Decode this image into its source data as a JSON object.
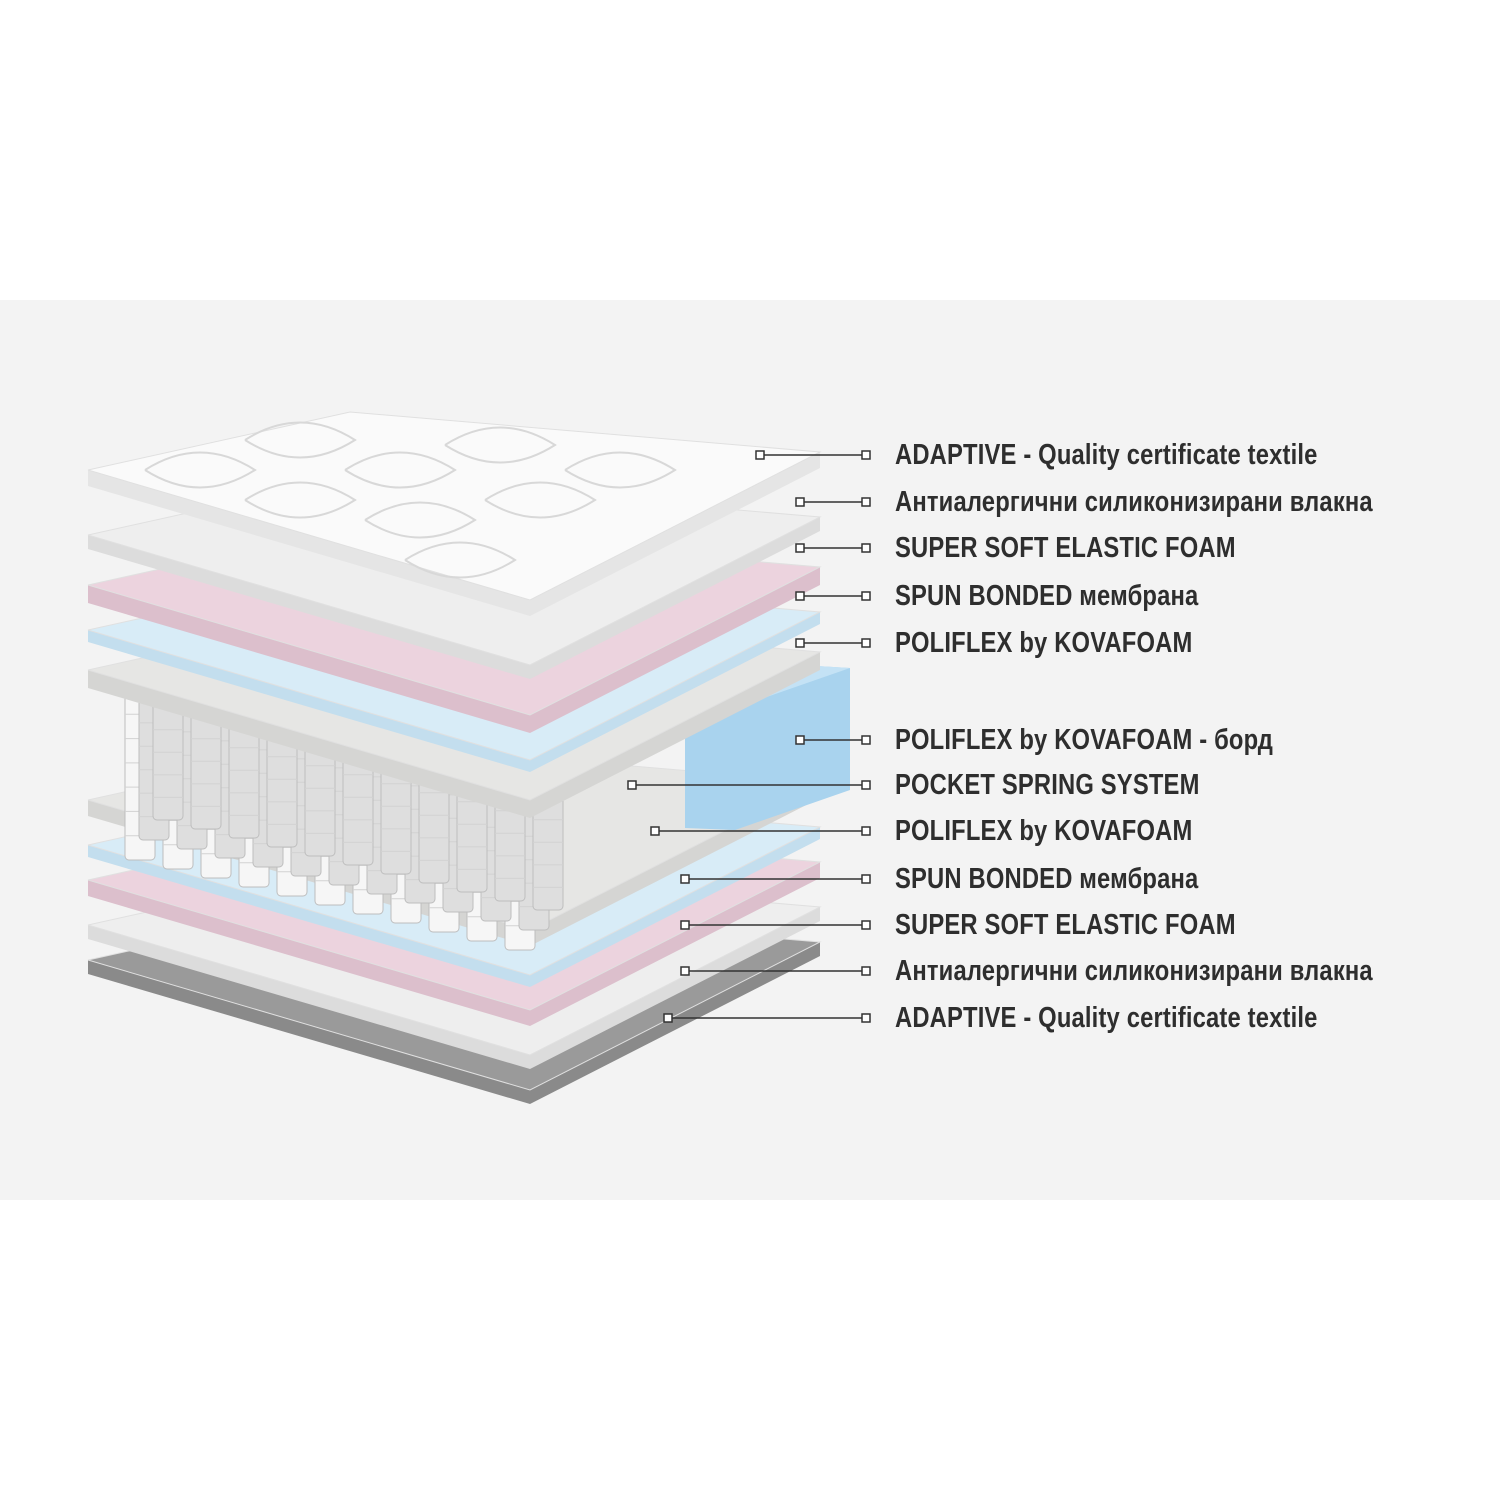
{
  "title": "Mattress layer structure",
  "layers": [
    {
      "label": "ADAPTIVE - Quality certificate textile"
    },
    {
      "label": "Антиалергични силиконизирани влакна"
    },
    {
      "label": "SUPER SOFT ELASTIC FOAM"
    },
    {
      "label": "SPUN BONDED мембрана"
    },
    {
      "label": "POLIFLEX by KOVAFOAM"
    },
    {
      "label": "POLIFLEX by KOVAFOAM - борд"
    },
    {
      "label": "POCKET SPRING SYSTEM"
    },
    {
      "label": "POLIFLEX by KOVAFOAM"
    },
    {
      "label": "SPUN BONDED мембрана"
    },
    {
      "label": "SUPER SOFT ELASTIC FOAM"
    },
    {
      "label": "Антиалергични силиконизирани влакна"
    },
    {
      "label": "ADAPTIVE - Quality certificate textile"
    }
  ],
  "colors": {
    "background_panel": "#f3f3f3",
    "text": "#2e2e2e",
    "textile": "#fafafa",
    "fiber": "#eeeeee",
    "pink_foam": "#ecd3de",
    "membrane_blue": "#d8ecf7",
    "poliflex_gray": "#e6e6e4",
    "border_foam": "#a9d3ee",
    "base_gray": "#9a9a9a",
    "connector": "#333333"
  }
}
